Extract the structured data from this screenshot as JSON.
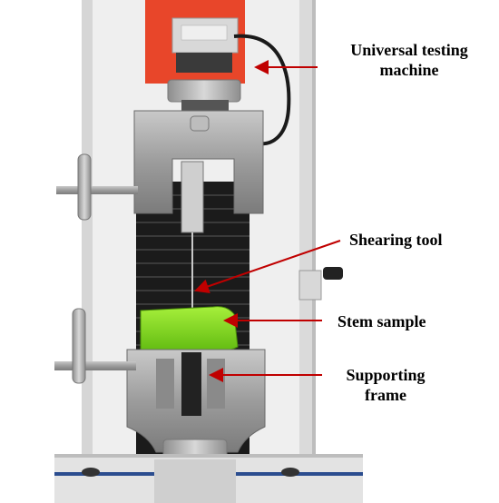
{
  "labels": {
    "machine_line1": "Universal testing",
    "machine_line2": "machine",
    "shearing_tool": "Shearing tool",
    "stem_sample": "Stem sample",
    "frame_line1": "Supporting",
    "frame_line2": "frame"
  },
  "colors": {
    "arrow": "#c00000",
    "sample": "#7ddc1f",
    "frame_red": "#e8462a",
    "machine_white": "#f1f1f1",
    "fixture_steel": "#a8a8a8",
    "slot_black": "#1b1b1b"
  }
}
